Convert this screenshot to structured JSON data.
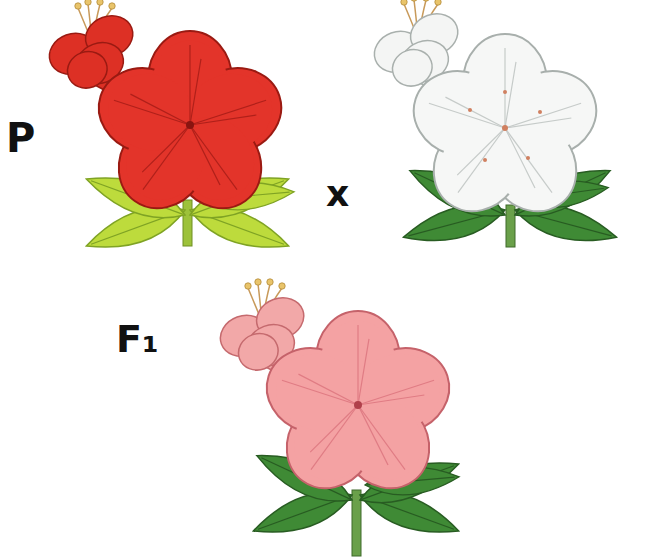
{
  "diagram": {
    "labels": [
      "P",
      "x",
      "F₁"
    ]
  }
}
